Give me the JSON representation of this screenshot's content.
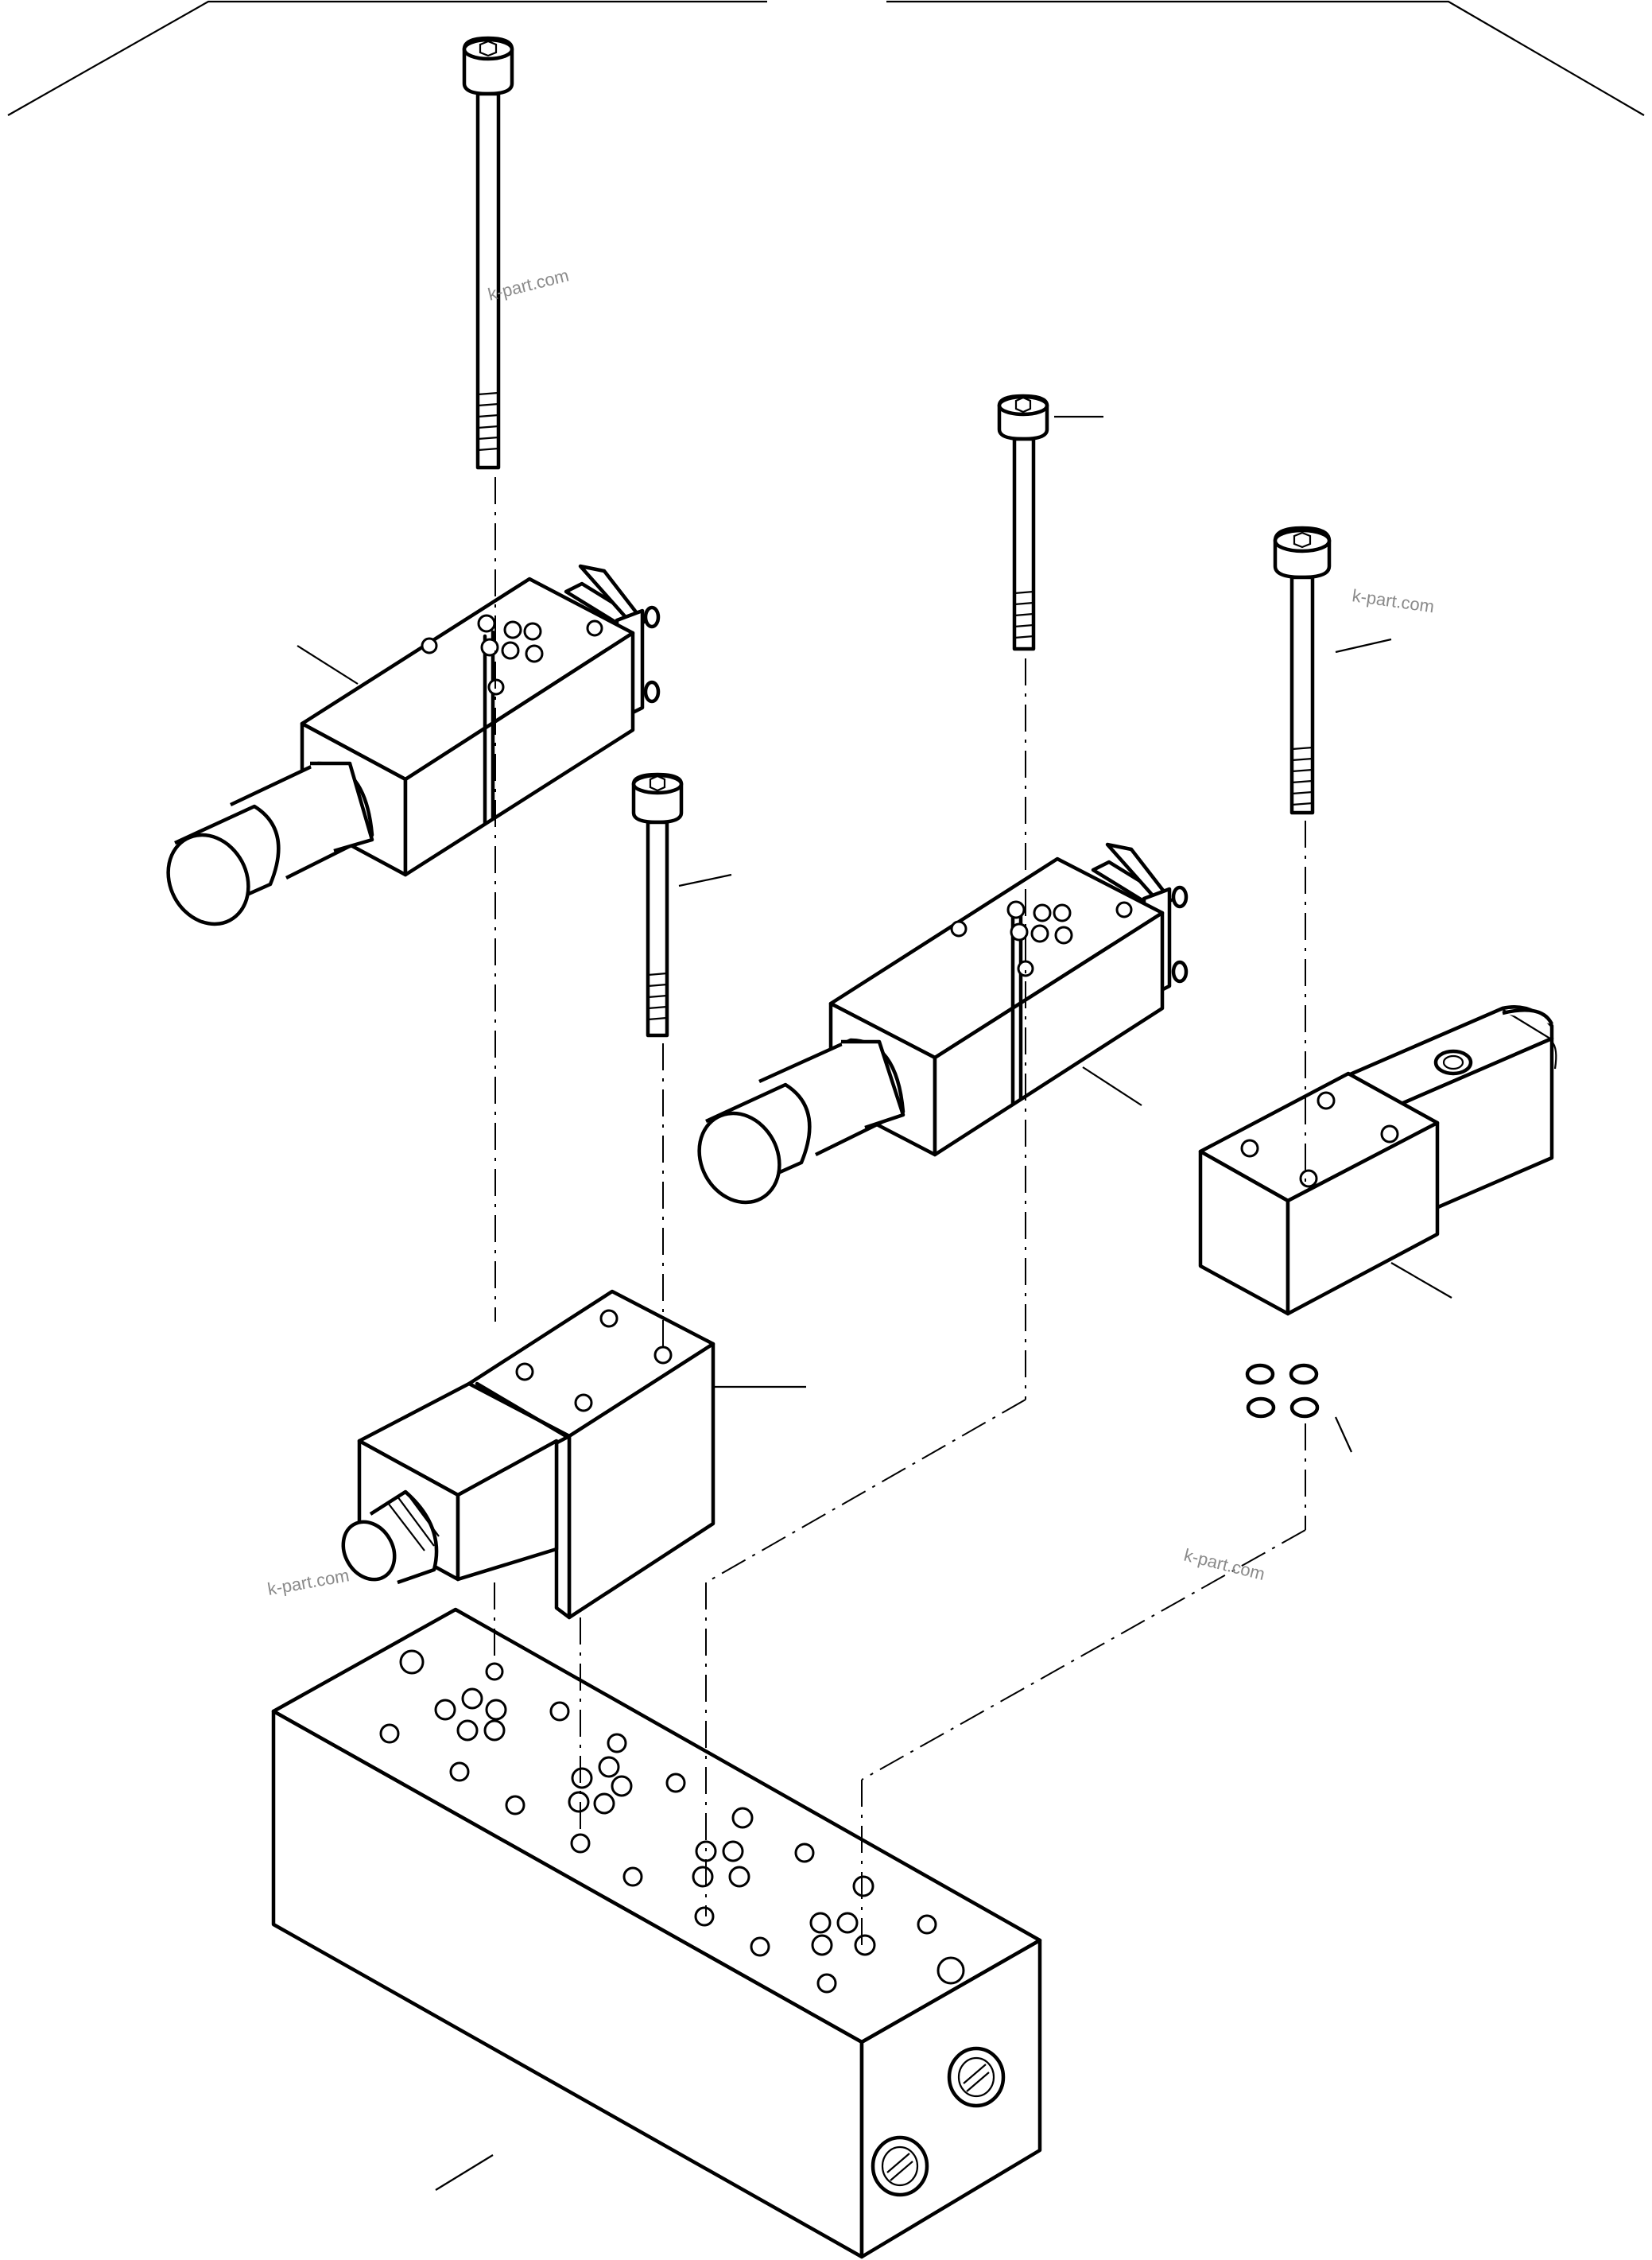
{
  "watermarks": [
    "k-part.com",
    "k-part.com",
    "k-part.com",
    "k-part.com"
  ],
  "colors": {
    "stroke": "#000000",
    "background": "#ffffff",
    "watermark": "#8a8a8a"
  }
}
